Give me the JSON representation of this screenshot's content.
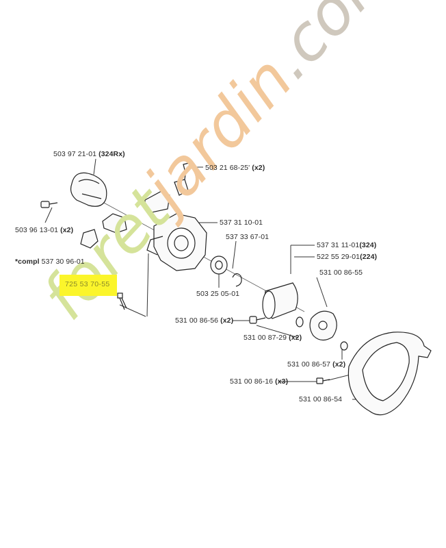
{
  "watermark": {
    "part1": "foret",
    "part2": "jardin",
    "part3": ".com",
    "colors": {
      "green": "#d5e39a",
      "orange": "#f2c89b",
      "gray": "#cfc8bd"
    }
  },
  "parts": {
    "p1": {
      "code": "503 97 21-01",
      "qty": "(324Rx)"
    },
    "p2": {
      "code": "503 21 68-25'",
      "qty": "(x2)"
    },
    "p3": {
      "code": "503 96 13-01",
      "qty": "(x2)"
    },
    "p4": {
      "code": "537 31 10-01"
    },
    "p5": {
      "code": "537 33 67-01"
    },
    "p6": {
      "prefix": "*compl",
      "code": "537 30 96-01"
    },
    "p7": {
      "code": "537 31 11-01",
      "qty": "(324)"
    },
    "p8": {
      "code": "522 55 29-01",
      "qty": "(224)"
    },
    "p9": {
      "code": "531 00 86-55"
    },
    "p10": {
      "code": "503 25 05-01"
    },
    "p11": {
      "code": "725 53 70-55"
    },
    "p12": {
      "code": "531 00 86-56",
      "qty": "(x2)"
    },
    "p13": {
      "code": "531 00 87-29",
      "qty": "(x2)"
    },
    "p14": {
      "code": "531 00 86-57",
      "qty": "(x2)"
    },
    "p15": {
      "code": "531 00 86-16",
      "qty": "(x3)"
    },
    "p16": {
      "code": "531 00 86-54"
    }
  },
  "highlight_color": "#fbf52b"
}
